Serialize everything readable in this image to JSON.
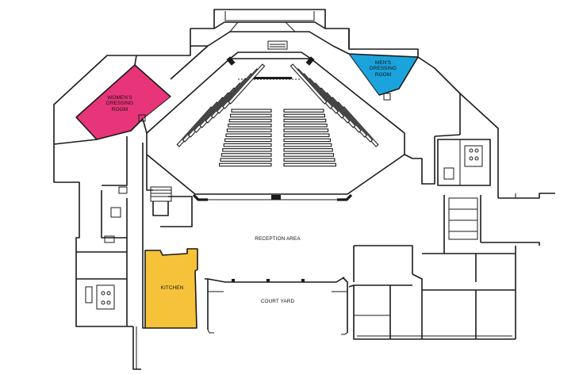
{
  "rooms": {
    "womens_dressing": {
      "lines": [
        "WOMEN'S",
        "DRESSING",
        "ROOM"
      ],
      "color": "#e8357a"
    },
    "mens_dressing": {
      "lines": [
        "MEN'S",
        "DRESSING",
        "ROOM"
      ],
      "color": "#1ba3dc"
    },
    "kitchen": {
      "label": "KITCHEN",
      "color": "#f5c23a"
    },
    "reception": {
      "label": "RECEPTION AREA"
    },
    "courtyard": {
      "label": "COURT YARD"
    }
  },
  "colors": {
    "walls": "#1a1a1a",
    "background": "#ffffff"
  }
}
